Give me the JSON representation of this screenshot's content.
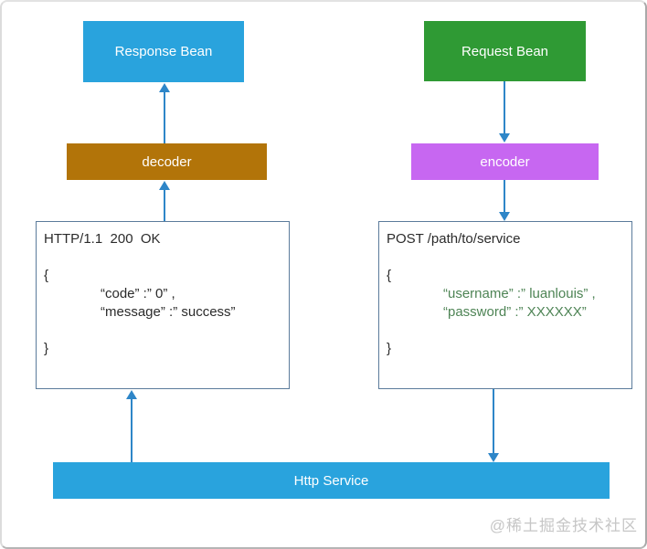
{
  "diagram": {
    "left_flow": {
      "bean_label": "Response Bean",
      "transformer_label": "decoder",
      "message": {
        "header": "HTTP/1.1  200  OK",
        "open_brace": "{",
        "body_lines": [
          "“code” :” 0” ,",
          "“message” :” success”"
        ],
        "close_brace": "}"
      }
    },
    "right_flow": {
      "bean_label": "Request Bean",
      "transformer_label": "encoder",
      "message": {
        "header": "POST /path/to/service",
        "open_brace": "{",
        "body_lines": [
          "“username” :” luanlouis” ,",
          "“password” :” XXXXXX”"
        ],
        "close_brace": "}"
      }
    },
    "service_label": "Http Service",
    "watermark": "@稀土掘金技术社区",
    "colors": {
      "response_bean": "#29a3dd",
      "request_bean": "#2f9a34",
      "decoder": "#b27409",
      "encoder": "#c767f1",
      "http_service": "#29a3dd",
      "arrow": "#2e86c8",
      "message_box_border": "#5b7b9b",
      "request_body_text": "#4e8455",
      "watermark_text": "#c6c6c6"
    }
  }
}
